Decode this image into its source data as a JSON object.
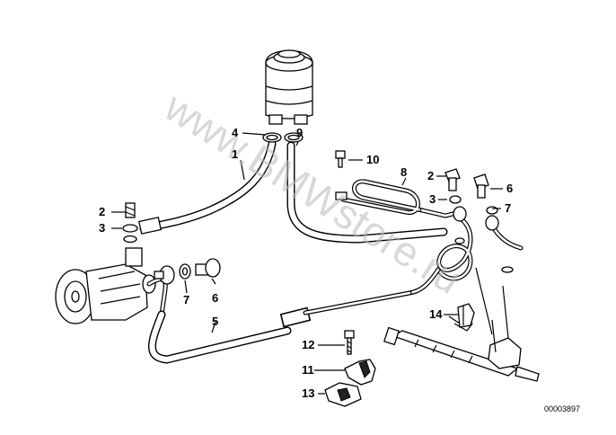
{
  "watermark": "www.BMWstore.ru",
  "diagram_code": "00003897",
  "callouts": [
    {
      "id": "c-1",
      "text": "1"
    },
    {
      "id": "c-2a",
      "text": "2"
    },
    {
      "id": "c-3a",
      "text": "3"
    },
    {
      "id": "c-4",
      "text": "4"
    },
    {
      "id": "c-5",
      "text": "5"
    },
    {
      "id": "c-6a",
      "text": "6"
    },
    {
      "id": "c-7a",
      "text": "7"
    },
    {
      "id": "c-8",
      "text": "8"
    },
    {
      "id": "c-9",
      "text": "9"
    },
    {
      "id": "c-10",
      "text": "10"
    },
    {
      "id": "c-2b",
      "text": "2"
    },
    {
      "id": "c-3b",
      "text": "3"
    },
    {
      "id": "c-6b",
      "text": "6"
    },
    {
      "id": "c-7b",
      "text": "7"
    },
    {
      "id": "c-11",
      "text": "11"
    },
    {
      "id": "c-12",
      "text": "12"
    },
    {
      "id": "c-13",
      "text": "13"
    },
    {
      "id": "c-14",
      "text": "14"
    }
  ]
}
